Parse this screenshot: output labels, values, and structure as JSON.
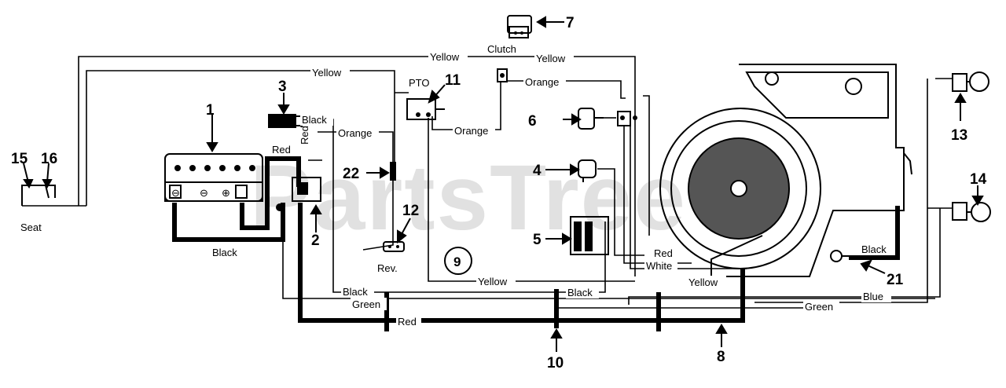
{
  "watermark": "PartsTree",
  "callouts": [
    "1",
    "2",
    "3",
    "4",
    "5",
    "6",
    "7",
    "8",
    "9",
    "10",
    "11",
    "12",
    "13",
    "14",
    "15",
    "16",
    "21",
    "22"
  ],
  "labels": {
    "seat": "Seat",
    "clutch": "Clutch",
    "pto": "PTO",
    "rev": "Rev."
  },
  "wire_labels": {
    "yellow_top": "Yellow",
    "yellow_clutch": "Yellow",
    "yellow_left": "Yellow",
    "orange_clutch": "Orange",
    "orange_switch": "Orange",
    "orange_pto": "Orange",
    "black_switch": "Black",
    "red_battery": "Red",
    "red_vertical": "Red",
    "black_battery": "Black",
    "red_engine": "Red",
    "white_engine": "White",
    "yellow_engine": "Yellow",
    "yellow_bottom": "Yellow",
    "black_bottom": "Black",
    "black_mid": "Black",
    "green_left": "Green",
    "green_right": "Green",
    "blue": "Blue",
    "red_bottom": "Red",
    "black_21": "Black"
  }
}
